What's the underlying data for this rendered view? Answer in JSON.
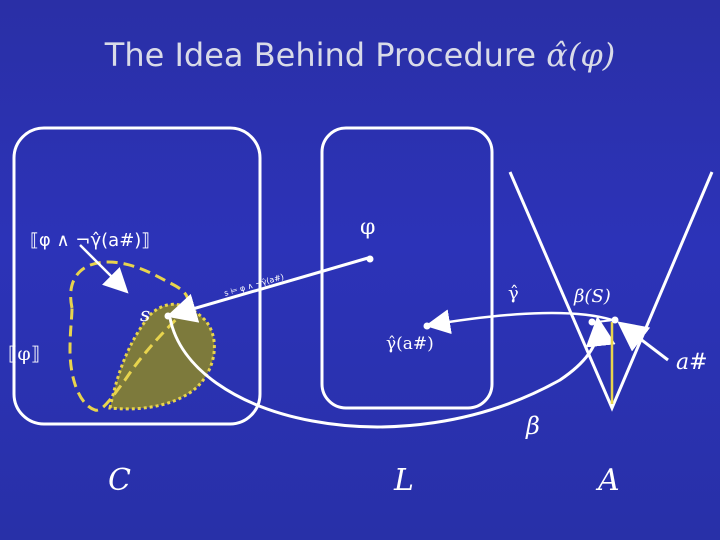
{
  "title": {
    "text": "The Idea Behind Procedure",
    "symbol": "α̂(φ)"
  },
  "labels": {
    "phi": "φ",
    "s": "s",
    "phi_semantic": "⟦φ⟧",
    "phi_and_not_gamma": "⟦φ ∧ ¬γ̂(a#)⟧",
    "gamma_hat": "γ̂",
    "gamma_hat_a": "γ̂(a#)",
    "beta_S": "β(S)",
    "beta": "β",
    "a_sharp": "a#",
    "arrow_annotation": "s ⊨ φ ∧ ¬γ̂(a#)",
    "C": "C",
    "L": "L",
    "A": "A"
  },
  "colors": {
    "background": "#2b31b0",
    "box_stroke": "#ffffff",
    "dashed_region": "#e8d44d",
    "filled_region": "#7d7a3c",
    "title_text": "#d9dbe8"
  }
}
